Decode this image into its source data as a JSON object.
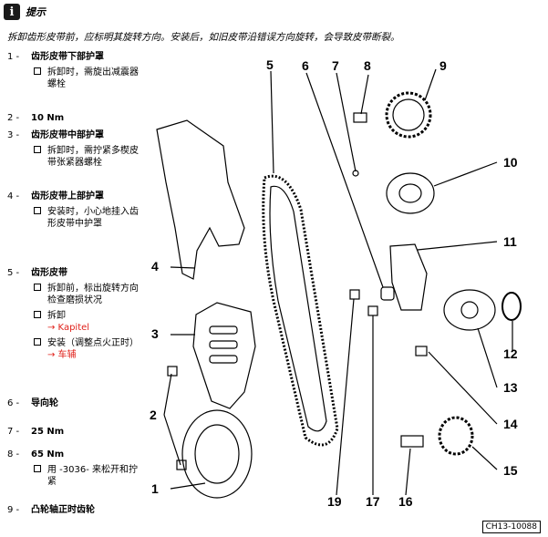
{
  "note": {
    "title": "提示",
    "text": "拆卸齿形皮带前，应标明其旋转方向。安装后，如旧皮带沿错误方向旋转，会导致皮带断裂。"
  },
  "legend": [
    {
      "num": "1 -",
      "label": "齿形皮带下部护罩",
      "subs": [
        {
          "text": "拆卸时，需旋出减震器螺栓"
        }
      ]
    },
    {
      "num": "2 -",
      "label": "10 Nm",
      "subs": []
    },
    {
      "num": "3 -",
      "label": "齿形皮带中部护罩",
      "subs": [
        {
          "text": "拆卸时，需拧紧多楔皮带张紧器螺栓"
        }
      ]
    },
    {
      "num": "4 -",
      "label": "齿形皮带上部护罩",
      "subs": [
        {
          "text": "安装时，小心地挂入齿形皮带中护罩"
        }
      ]
    },
    {
      "num": "5 -",
      "label": "齿形皮带",
      "subs": [
        {
          "text": "拆卸前，标出旋转方向检查磨损状况"
        },
        {
          "text": "拆卸",
          "link": "→ Kapitel"
        },
        {
          "text": "安装（调整点火正时）",
          "link": "→ 车辅"
        }
      ]
    },
    {
      "num": "6 -",
      "label": "导向轮",
      "subs": []
    },
    {
      "num": "7 -",
      "label": "25 Nm",
      "subs": []
    },
    {
      "num": "8 -",
      "label": "65 Nm",
      "subs": [
        {
          "text": "用 -3036- 来松开和拧紧"
        }
      ]
    },
    {
      "num": "9 -",
      "label": "凸轮轴正时齿轮",
      "subs": []
    }
  ],
  "diagram": {
    "callouts": [
      "1",
      "2",
      "3",
      "4",
      "5",
      "6",
      "7",
      "8",
      "9",
      "10",
      "11",
      "12",
      "13",
      "14",
      "15",
      "16",
      "17",
      "19"
    ],
    "ref": "CH13-10088"
  }
}
